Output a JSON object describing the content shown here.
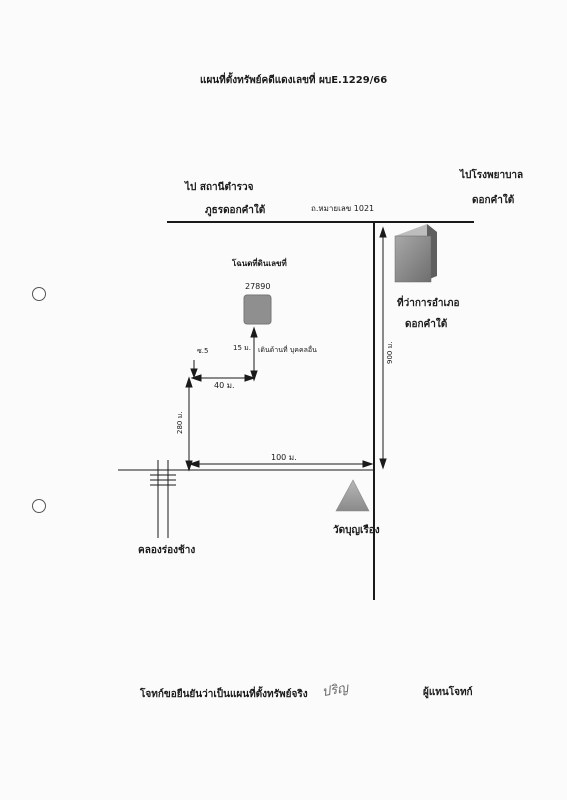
{
  "document": {
    "title": "แผนที่ตั้งทรัพย์คดีแดงเลขที่ ผบE.1229/66",
    "labels": {
      "to_police_line1": "ไป สถานีตำรวจ",
      "to_police_line2": "ภูธรดอกคำใต้",
      "to_hospital_line1": "ไปโรงพยาบาล",
      "to_hospital_line2": "ดอกคำใต้",
      "road": "ถ.หมายเลข 1021",
      "land_title": "โฉนดที่ดินเลขที่",
      "land_number": "27890",
      "district_office_line1": "ที่ว่าการอำเภอ",
      "district_office_line2": "ดอกคำใต้",
      "soi": "ซ.5",
      "dist_15m": "15 ม.",
      "neighbor": "เดินด้านที่ บุคคลอื่น",
      "dist_40m": "40 ม.",
      "dist_280m": "280 ม.",
      "dist_900m": "900 ม.",
      "dist_100m": "100 ม.",
      "temple": "วัดบุญเรือง",
      "canal": "คลองร่องช้าง"
    },
    "footer": {
      "certification": "โจทก์ขอยืนยันว่าเป็นแผนที่ตั้งทรัพย์จริง",
      "signature_mark": "ปริญ",
      "plaintiff_rep": "ผู้แทนโจทก์"
    }
  },
  "colors": {
    "ink": "#1a1a1a",
    "land_plot": "#8f8f8f",
    "district_office": "#7a7a7a",
    "temple": "#9a9a9a",
    "signature": "#6a6a6a"
  }
}
